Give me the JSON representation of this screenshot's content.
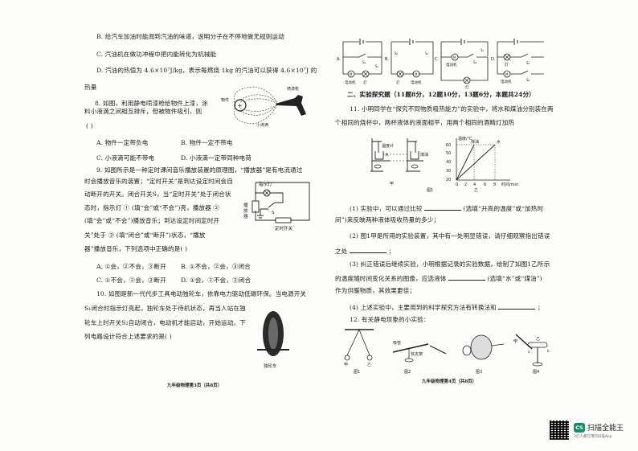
{
  "left_page": {
    "q7_options": {
      "B": "B. 给汽车加油时能闻到汽油的味道，说明分子在不停地做无规则运动",
      "C": "C. 汽油机在做功冲程中把内能转化为机械能",
      "D": "D. 汽油的热值为 4.6×10⁷J/kg，表示每燃烧 1kg 的汽油可以获得 4.6×10⁷J 的",
      "D_cont": "热量"
    },
    "q8": {
      "line1": "8. 如图，利用静电喷漆枪给物件上漆，涂",
      "line2": "料小液滴之间相互排斥，但被物件吸引，则",
      "paren": "(      )",
      "figure_labels": {
        "object": "物件",
        "gun": "喷漆枪",
        "droplet": "小液滴"
      },
      "A": "A. 物件一定带负电",
      "B": "B. 物件一定不带电",
      "C": "C. 小液滴可能不带电",
      "D": "D. 小液滴一定带同种电荷"
    },
    "q9": {
      "lines": [
        "9. 如图所示是一种定时课间音乐播放装置的原理图，“播放器”是有电流通过",
        "时会播放音乐的装置；“定时开关”是到达设定时间会自",
        "动断开的开关。闭合开关S，当“定时开关”处于闭合状",
        "态时，指示灯  ①  (填“会”或“不会”)亮，播放器  ②",
        "(填“会”或“不会”)播放音乐；到达设定时间定时开",
        "关”处于  ③  (填“闭合”或“断开”)状态，“播放",
        "器”播放音乐，下列选项中正确的是(   )"
      ],
      "figure_labels": {
        "lamp": "指示灯",
        "player": "播放器",
        "switch": "S",
        "timer": "定时开关"
      },
      "A": "A. ①会，②不会，③断开",
      "B": "B. ①不会，②会，③闭合",
      "C": "C. ①不会，②会，③断开",
      "D": "D. ①会，②不会，③闭合"
    },
    "q10": {
      "lines": [
        "10. 如图是新一代代步工具电动独轮车，依靠电力驱动低碳环保。当电源开关",
        "S₁闭合时指示灯亮起，独轮车处于待机状态，再当人站在独",
        "轮车上时开关S₂自动闭合，电动机才能启动，开始运动。下",
        "列电路设计符合上述要求的是(      )"
      ],
      "figure_caption": "独轮车"
    },
    "footer": "九年级物理第3页（共8页）"
  },
  "right_page": {
    "q10_circuits": {
      "options": [
        "A.",
        "B.",
        "C.",
        "D."
      ],
      "motor_label": "电动机",
      "lamp_label": "灯",
      "motor_symbol": "M",
      "switches": [
        "S₁",
        "S₂"
      ]
    },
    "section2_heading": "二、实验探究题（11题8分，12题10分，13题6分，本题共24分）",
    "q11": {
      "intro": [
        "11. 小明同学在“探究不同物质吸热能力”的实验中，将水和煤油分别装在两",
        "个相同的烧杯中，两杯液体的液面相平，用两个相同的酒精灯加热"
      ],
      "fig_labels": {
        "thermometer": "温度计",
        "water": "水",
        "kerosene": "煤油",
        "a": "甲",
        "b": "乙",
        "figure": "图1"
      },
      "p1a": "(1) 实验中，可以通过比较",
      "p1b": "(选填“升高的温度”或“加热时",
      "p1c": "间”)来反映两种液体吸收热量的多少；",
      "p2a": "(2) 图1甲是所用的实验装置，其中有一处明显错误，请仔细观察指出错误",
      "p2b": "之处",
      "p2c": "；",
      "p3a": "(3) 纠正错误后继续实验，小明根据记录的实验数据，绘制了如图1乙所示",
      "p3b": "的温度随时间变化关系的图像，应选液体",
      "p3c": "(选填“水”或“煤油”)",
      "p3d": "作为供暖物质，其效果更佳；",
      "p4a": "(4) 上述实验中，主要用到的科学探究方法有转换法和",
      "p4b": "；"
    },
    "q12": {
      "intro": "12. 有关静电现象的小实验：",
      "figs": [
        {
          "caption": "图1",
          "labels": [
            "甲",
            "乙"
          ]
        },
        {
          "caption": "图2",
          "labels": [
            "吸管",
            "铁支架"
          ]
        },
        {
          "caption": "图3",
          "labels": []
        },
        {
          "caption": "图4",
          "labels": [
            "甲",
            "乙",
            "a",
            "b"
          ]
        }
      ]
    },
    "footer": "九年级物理第4页（共8页）"
  },
  "chart_data": {
    "type": "line",
    "title": "",
    "xlabel": "时间/min",
    "ylabel": "温度/℃",
    "x_ticks": [
      0,
      2,
      4,
      6,
      8
    ],
    "y_ticks": [
      20,
      30,
      40,
      50,
      60
    ],
    "xlim": [
      0,
      9
    ],
    "ylim": [
      20,
      65
    ],
    "grid": false,
    "series": [
      {
        "name": "煤油",
        "x": [
          0,
          4
        ],
        "y": [
          20,
          60
        ]
      },
      {
        "name": "水",
        "x": [
          0,
          8
        ],
        "y": [
          20,
          60
        ]
      }
    ],
    "caption": "乙"
  },
  "watermark": {
    "logo": "CS",
    "name": "扫描全能王",
    "tagline": "3亿人都在用的扫描App",
    "brand_color": "#1a8a6c"
  }
}
